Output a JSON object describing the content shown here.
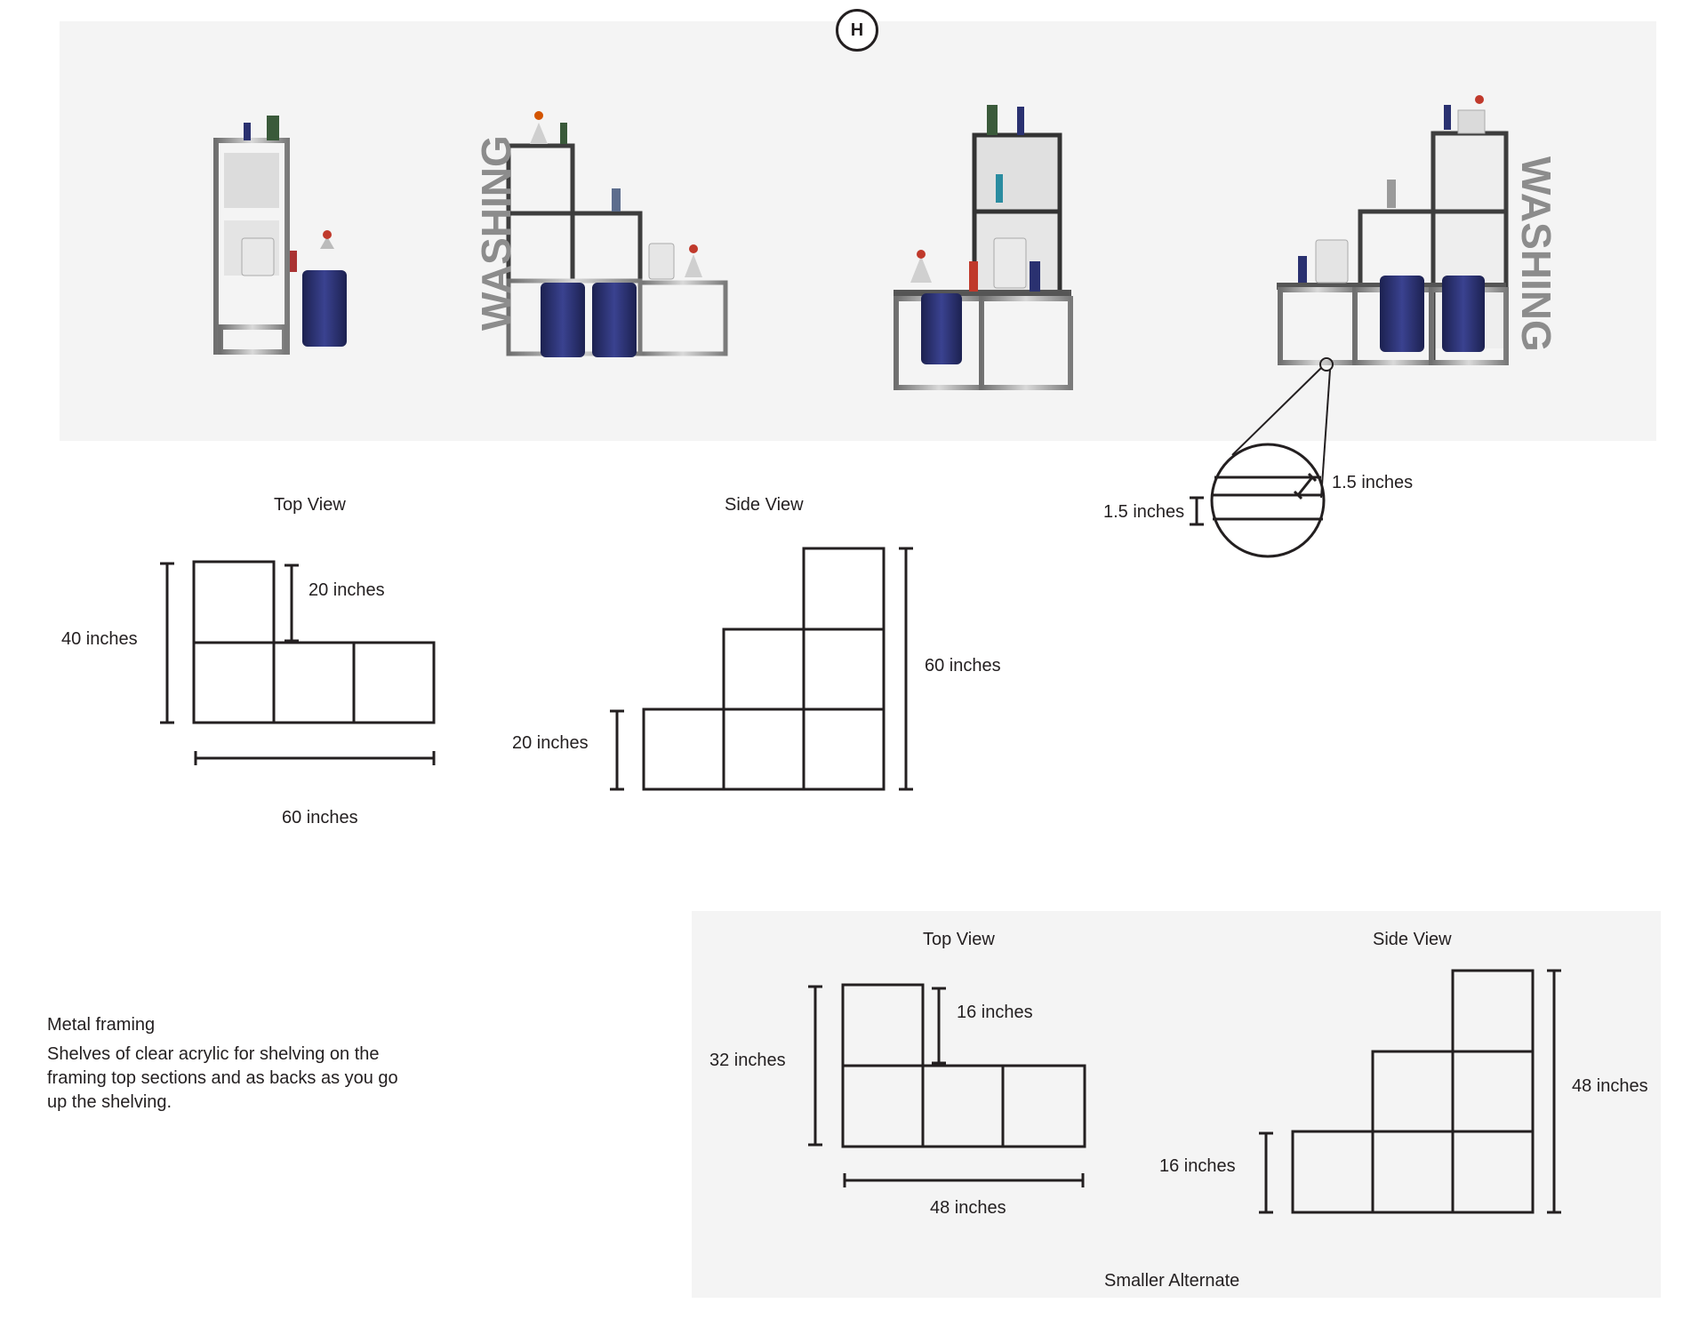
{
  "badge": "H",
  "renders": {
    "watermark": "WASHING"
  },
  "main_drawings": {
    "top_view": {
      "title": "Top View",
      "height_label": "40 inches",
      "cell_label": "20 inches",
      "width_label": "60 inches"
    },
    "side_view": {
      "title": "Side View",
      "height_label": "60 inches",
      "cell_label": "20 inches"
    },
    "detail": {
      "label_a": "1.5 inches",
      "label_b": "1.5 inches"
    }
  },
  "notes": {
    "heading": "Metal framing",
    "body": "Shelves of clear acrylic for shelving on the framing top sections and as backs as you go up the shelving."
  },
  "alternate": {
    "caption": "Smaller Alternate",
    "top_view": {
      "title": "Top View",
      "height_label": "32 inches",
      "cell_label": "16 inches",
      "width_label": "48 inches"
    },
    "side_view": {
      "title": "Side View",
      "height_label": "48 inches",
      "cell_label": "16 inches"
    }
  },
  "colors": {
    "line": "#231f20",
    "panel": "#f4f4f4",
    "frame": "#9a9a9a",
    "bucket": "#2a3170",
    "watermark": "#8c8c8c"
  }
}
